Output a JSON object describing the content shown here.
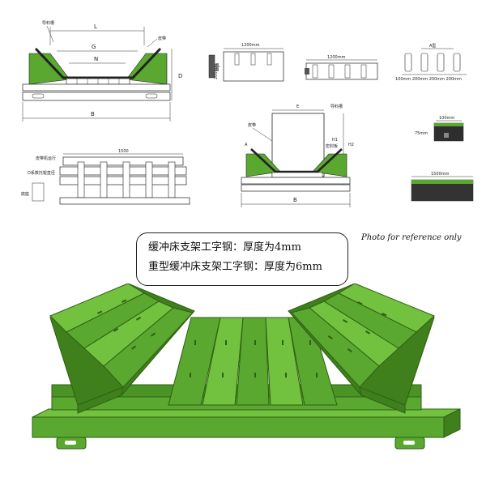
{
  "colors": {
    "green": "#5aa82f",
    "green_dark": "#3f7f1c",
    "green_light": "#72c23f",
    "line": "#222222",
    "belt": "#3a3a3a"
  },
  "drawing_tl": {
    "label_guide": "导料槽",
    "label_belt": "皮带",
    "dim_L": "L",
    "dim_G": "G",
    "dim_N": "N",
    "dim_D": "D",
    "dim_B": "B"
  },
  "drawing_plate": {
    "dim_width": "1200mm",
    "dim_height": "200mm"
  },
  "drawing_frame": {
    "dim_width": "1200mm"
  },
  "drawing_slots": {
    "dim_top": "A型",
    "dim_bottom": "100mm 200mm 200mm 200mm"
  },
  "drawing_side": {
    "dim_length": "1500",
    "label_dir": "皮带机运行",
    "label_d": "D系数托辊直径",
    "label_base": "底座"
  },
  "drawing_center": {
    "label_belt": "皮带",
    "label_guide": "导料槽",
    "label_seal": "密封板",
    "dim_A": "A",
    "dim_H1": "H1",
    "dim_H2": "H2",
    "dim_E": "E",
    "dim_B": "B"
  },
  "drawing_bar": {
    "dim_width": "100mm",
    "dim_height": "75mm"
  },
  "drawing_strip": {
    "dim_width": "1500mm"
  },
  "note": {
    "line1": "缓冲床支架工字钢：厚度为4mm",
    "line2": "重型缓冲床支架工字钢：厚度为6mm"
  },
  "caption": "Photo for reference only"
}
